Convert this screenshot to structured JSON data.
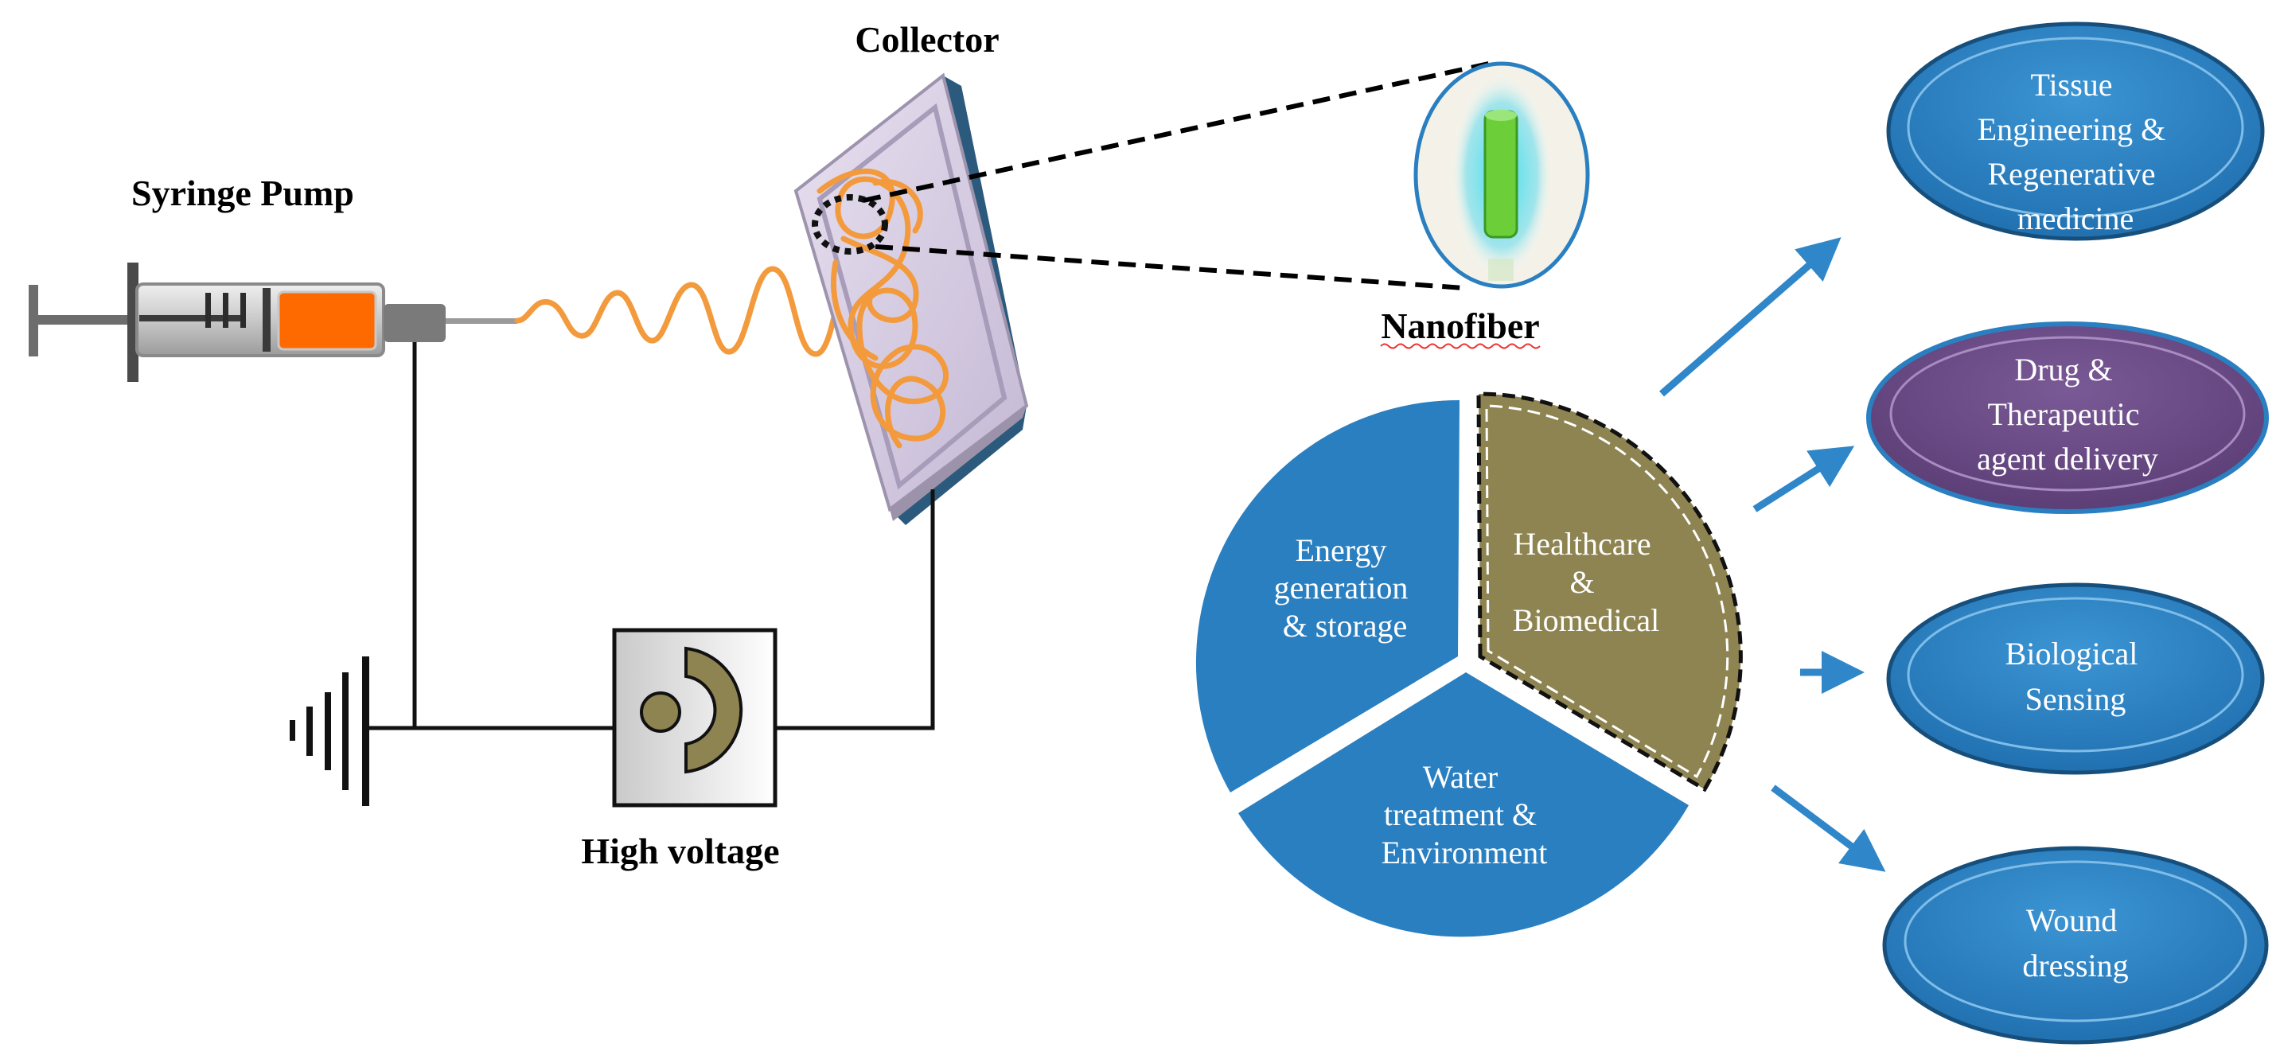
{
  "labels": {
    "syringe_pump": "Syringe Pump",
    "collector": "Collector",
    "nanofiber": "Nanofiber",
    "high_voltage": "High voltage"
  },
  "pie": {
    "energy": [
      "Energy",
      "generation",
      "& storage"
    ],
    "healthcare": [
      "Healthcare",
      "&",
      "Biomedical"
    ],
    "water": [
      "Water",
      "treatment &",
      "Environment"
    ]
  },
  "applications": {
    "tissue": [
      "Tissue",
      "Engineering  &",
      "Regenerative",
      "medicine"
    ],
    "drug": [
      "Drug &",
      "Therapeutic",
      "agent delivery"
    ],
    "sensing": [
      "Biological",
      "Sensing"
    ],
    "wound": [
      "Wound",
      "dressing"
    ]
  },
  "colors": {
    "pie_blue": "#2a7fc0",
    "healthcare_olive": "#8e8451",
    "drug_purple": "#6c4d87",
    "arrow_blue": "#2f86c8",
    "fiber_orange": "#f39a3d",
    "plunger_orange": "#ff6a00"
  }
}
